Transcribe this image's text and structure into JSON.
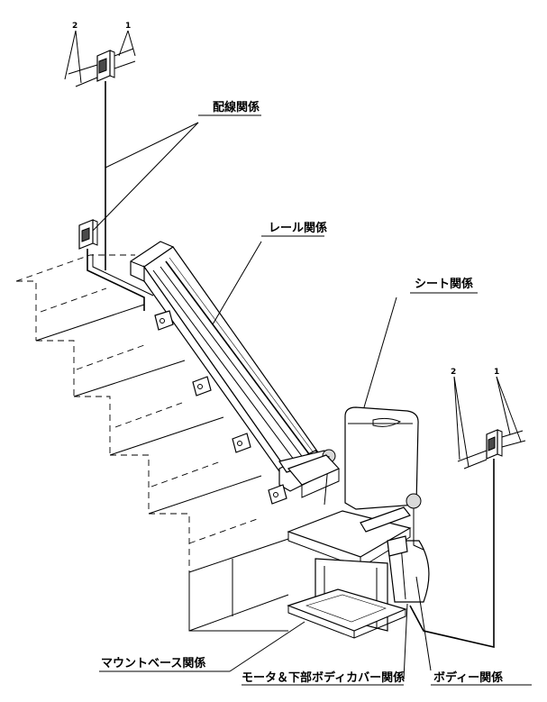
{
  "labels": {
    "wiring": "配線関係",
    "rail": "レール関係",
    "seat": "シート関係",
    "mount_base": "マウントベース関係",
    "motor_lower_cover": "モータ＆下部ボディカバー関係",
    "body": "ボディー関係"
  },
  "top_switch_callouts": {
    "left": "2",
    "right": "1"
  },
  "side_switch_callouts": {
    "left": "2",
    "right": "1"
  }
}
